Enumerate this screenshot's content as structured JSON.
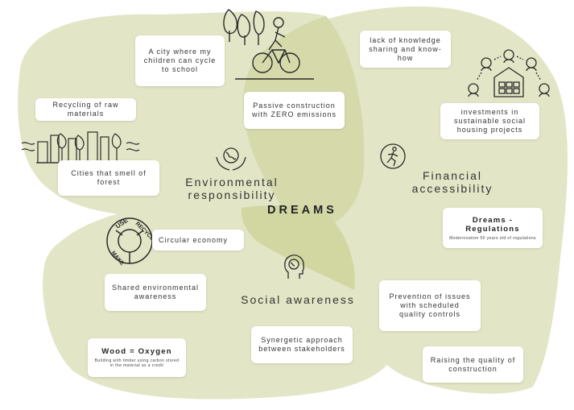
{
  "diagram": {
    "center_label": "DREAMS",
    "colors": {
      "blob_light": "#e3e6c6",
      "blob_mid": "#d5d9a8",
      "blob_dark": "#c9cf96",
      "ink": "#2a2a2a"
    },
    "areas": {
      "environmental": "Environmental responsibility",
      "financial": "Financial accessibility",
      "social": "Social awareness"
    },
    "cards": {
      "city_cycle": "A city where my children can cycle to school",
      "lack_knowledge": "lack of knowledge sharing and know-how",
      "recycling": "Recycling of raw materials",
      "passive": "Passive construction with ZERO emissions",
      "investments": "investments in sustainable social housing projects",
      "forest": "Cities that smell of forest",
      "circular": "Circular economy",
      "regulations_title": "Dreams - Regulations",
      "regulations_sub": "Modernisation 50 years old of regulations",
      "shared": "Shared environmental awareness",
      "prevention": "Prevention of issues with scheduled quality controls",
      "wood_title": "Wood = Oxygen",
      "wood_sub": "Building with timber using carbon stored in the material as a credit",
      "synergetic": "Synergetic approach between stakeholders",
      "raising": "Raising the quality of construction"
    },
    "cycle_words": {
      "use": "USE",
      "recycle": "RECYCLE",
      "make": "MAKE"
    },
    "icons": [
      "cyclist-icon",
      "city-skyline-icon",
      "people-network-icon",
      "earth-hands-icon",
      "running-figure-icon",
      "recycle-cycle-icon",
      "head-globe-icon"
    ]
  }
}
